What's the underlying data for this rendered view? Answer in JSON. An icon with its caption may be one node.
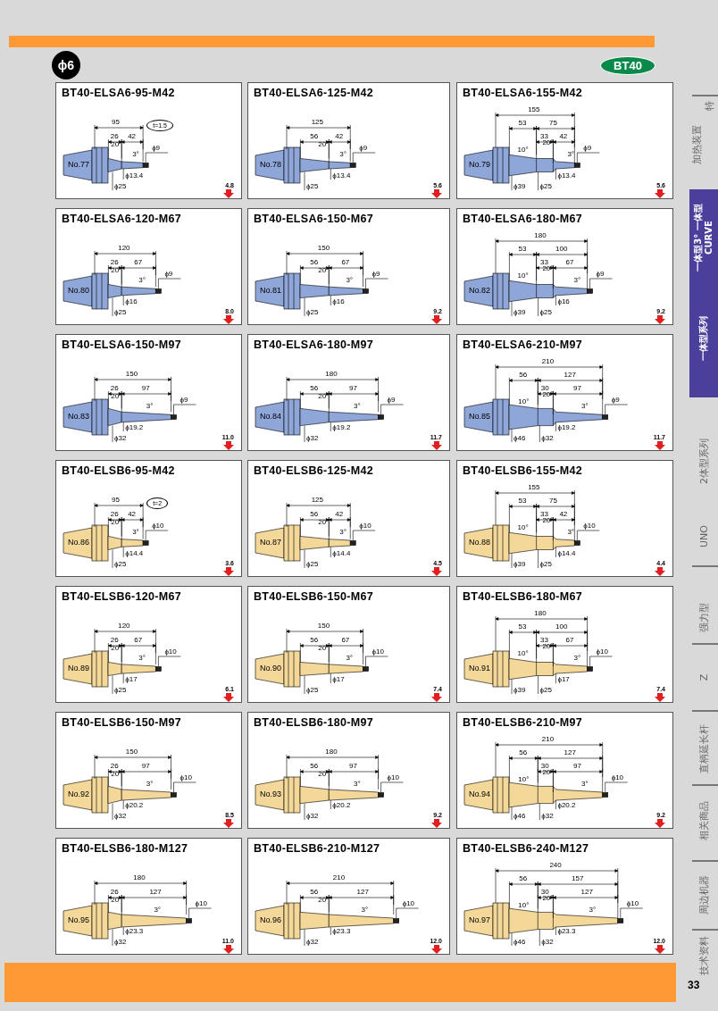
{
  "diagram": {
    "nodes": [
      {
        "text": [
          "ϕ6"
        ]
      },
      {
        "text": [
          "BT40"
        ]
      },
      {
        "text": [
          "BT40-ELSA6-95-M42",
          "No.77",
          "95",
          "26",
          "42",
          "20°",
          "3°",
          "ϕ9",
          "ϕ13.4",
          "ϕ25",
          "4.8",
          "t=1.5"
        ]
      },
      {
        "text": [
          "BT40-ELSA6-125-M42",
          "No.78",
          "125",
          "56",
          "42",
          "20°",
          "3°",
          "ϕ9",
          "ϕ13.4",
          "ϕ25",
          "5.6"
        ]
      },
      {
        "text": [
          "BT40-ELSA6-155-M42",
          "No.79",
          "155",
          "53",
          "75",
          "33",
          "42",
          "10°",
          "20°",
          "3°",
          "ϕ9",
          "ϕ13.4",
          "ϕ39",
          "ϕ25",
          "5.6"
        ]
      },
      {
        "text": [
          "BT40-ELSA6-120-M67",
          "No.80",
          "120",
          "26",
          "67",
          "20°",
          "3°",
          "ϕ9",
          "ϕ16",
          "ϕ25",
          "8.0"
        ]
      },
      {
        "text": [
          "BT40-ELSA6-150-M67",
          "No.81",
          "150",
          "56",
          "67",
          "20°",
          "3°",
          "ϕ9",
          "ϕ16",
          "ϕ25",
          "9.2"
        ]
      },
      {
        "text": [
          "BT40-ELSA6-180-M67",
          "No.82",
          "180",
          "53",
          "100",
          "33",
          "67",
          "10°",
          "20°",
          "3°",
          "ϕ9",
          "ϕ16",
          "ϕ39",
          "ϕ25",
          "9.2"
        ]
      },
      {
        "text": [
          "BT40-ELSA6-150-M97",
          "No.83",
          "150",
          "26",
          "97",
          "20°",
          "3°",
          "ϕ9",
          "ϕ19.2",
          "ϕ32",
          "11.0"
        ]
      },
      {
        "text": [
          "BT40-ELSA6-180-M97",
          "No.84",
          "180",
          "56",
          "97",
          "20°",
          "3°",
          "ϕ9",
          "ϕ19.2",
          "ϕ32",
          "11.7"
        ]
      },
      {
        "text": [
          "BT40-ELSA6-210-M97",
          "No.85",
          "210",
          "56",
          "127",
          "30",
          "97",
          "10°",
          "20°",
          "3°",
          "ϕ9",
          "ϕ19.2",
          "ϕ46",
          "ϕ32",
          "11.7"
        ]
      },
      {
        "text": [
          "BT40-ELSB6-95-M42",
          "No.86",
          "95",
          "26",
          "42",
          "20°",
          "3°",
          "ϕ10",
          "ϕ14.4",
          "ϕ25",
          "3.6",
          "t=2"
        ]
      },
      {
        "text": [
          "BT40-ELSB6-125-M42",
          "No.87",
          "125",
          "56",
          "42",
          "20°",
          "3°",
          "ϕ10",
          "ϕ14.4",
          "ϕ25",
          "4.5"
        ]
      },
      {
        "text": [
          "BT40-ELSB6-155-M42",
          "No.88",
          "155",
          "53",
          "75",
          "33",
          "42",
          "10°",
          "20°",
          "3°",
          "ϕ10",
          "ϕ14.4",
          "ϕ39",
          "ϕ25",
          "4.4"
        ]
      },
      {
        "text": [
          "BT40-ELSB6-120-M67",
          "No.89",
          "120",
          "26",
          "67",
          "20°",
          "3°",
          "ϕ10",
          "ϕ17",
          "ϕ25",
          "6.1"
        ]
      },
      {
        "text": [
          "BT40-ELSB6-150-M67",
          "No.90",
          "150",
          "56",
          "67",
          "20°",
          "3°",
          "ϕ10",
          "ϕ17",
          "ϕ25",
          "7.4"
        ]
      },
      {
        "text": [
          "BT40-ELSB6-180-M67",
          "No.91",
          "180",
          "53",
          "100",
          "33",
          "67",
          "10°",
          "20°",
          "3°",
          "ϕ10",
          "ϕ17",
          "ϕ39",
          "ϕ25",
          "7.4"
        ]
      },
      {
        "text": [
          "BT40-ELSB6-150-M97",
          "No.92",
          "150",
          "26",
          "97",
          "20°",
          "3°",
          "ϕ10",
          "ϕ20.2",
          "ϕ32",
          "8.5"
        ]
      },
      {
        "text": [
          "BT40-ELSB6-180-M97",
          "No.93",
          "180",
          "56",
          "97",
          "20°",
          "3°",
          "ϕ10",
          "ϕ20.2",
          "ϕ32",
          "9.2"
        ]
      },
      {
        "text": [
          "BT40-ELSB6-210-M97",
          "No.94",
          "210",
          "56",
          "127",
          "30",
          "97",
          "10°",
          "20°",
          "3°",
          "ϕ10",
          "ϕ20.2",
          "ϕ46",
          "ϕ32",
          "9.2"
        ]
      },
      {
        "text": [
          "BT40-ELSB6-180-M127",
          "No.95",
          "180",
          "26",
          "127",
          "20°",
          "3°",
          "ϕ10",
          "ϕ23.3",
          "ϕ32",
          "11.0"
        ]
      },
      {
        "text": [
          "BT40-ELSB6-210-M127",
          "No.96",
          "210",
          "56",
          "127",
          "20°",
          "3°",
          "ϕ10",
          "ϕ23.3",
          "ϕ32",
          "12.0"
        ]
      },
      {
        "text": [
          "BT40-ELSB6-240-M127",
          "No.97",
          "240",
          "56",
          "157",
          "30",
          "127",
          "10°",
          "20°",
          "3°",
          "ϕ10",
          "ϕ23.3",
          "ϕ46",
          "ϕ32",
          "12.0"
        ]
      },
      {
        "text": [
          "一体型3° 一体型CURVE",
          "一体型系列"
        ]
      }
    ],
    "labels": [
      "特",
      "加热装置",
      "2体型系列",
      "UNO",
      "强力型",
      "Z",
      "直柄延长杆",
      "相关商品",
      "周边机器",
      "技术资料",
      "33"
    ]
  }
}
